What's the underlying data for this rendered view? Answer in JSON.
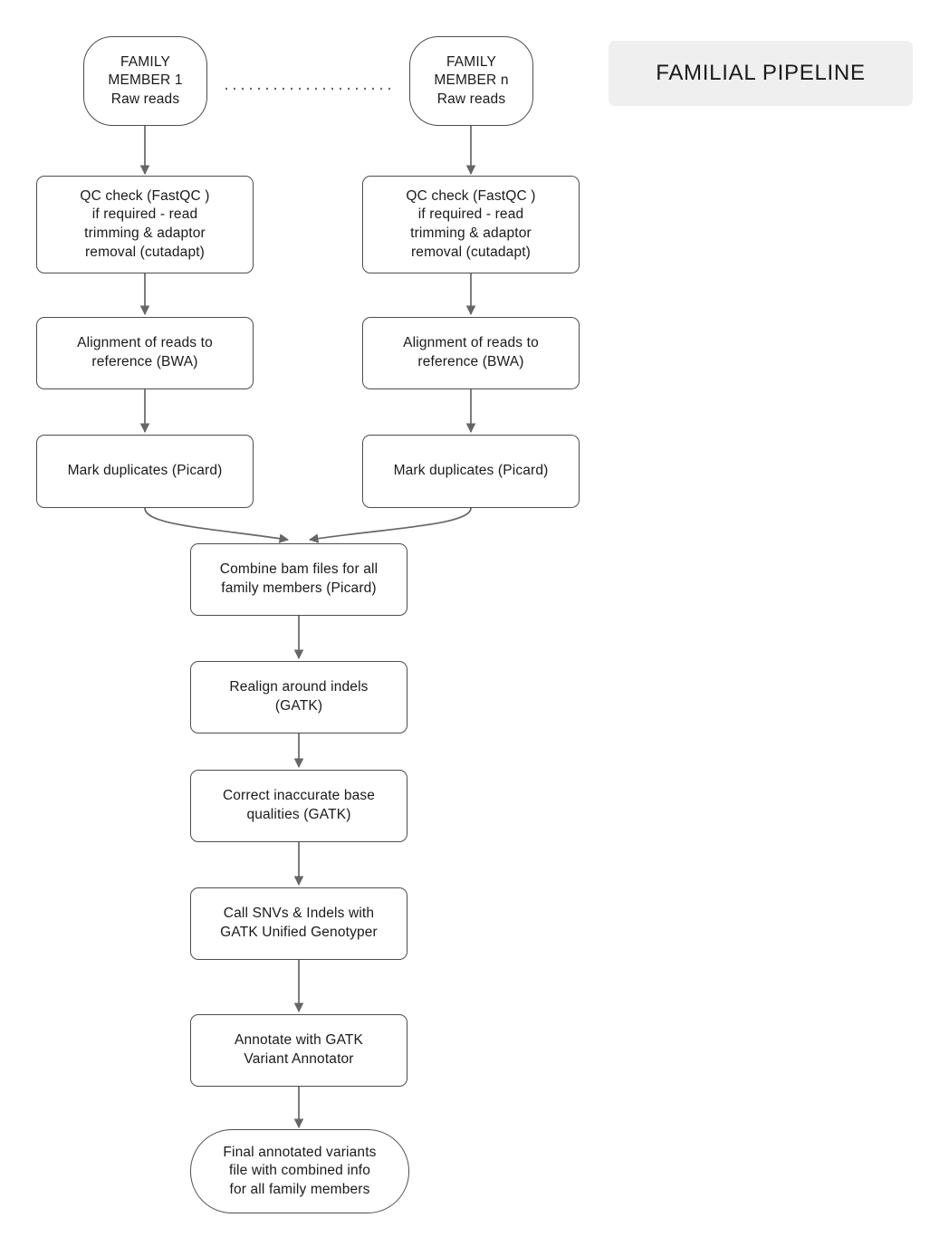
{
  "diagram": {
    "title": "FAMILIAL PIPELINE",
    "background_color": "#ffffff",
    "node_border_color": "#4d4d4d",
    "node_fill_color": "#ffffff",
    "edge_color": "#666666",
    "title_fill_color": "#efefef",
    "text_color": "#1a1a1a"
  },
  "nodes": {
    "family_member_1": "FAMILY\nMEMBER 1\nRaw reads",
    "family_member_n": "FAMILY\nMEMBER n\nRaw reads",
    "qc_left": "QC check (FastQC )\nif required - read\ntrimming & adaptor\nremoval (cutadapt)",
    "qc_right": "QC check (FastQC )\nif required - read\ntrimming & adaptor\nremoval (cutadapt)",
    "align_left": "Alignment of reads to\nreference (BWA)",
    "align_right": "Alignment of reads to\nreference (BWA)",
    "markdup_left": "Mark duplicates (Picard)",
    "markdup_right": "Mark duplicates (Picard)",
    "combine": "Combine bam files for all\nfamily members (Picard)",
    "realign": "Realign around indels\n(GATK)",
    "recalibrate": "Correct inaccurate base\nqualities (GATK)",
    "call_variants": "Call SNVs & Indels with\nGATK Unified Genotyper",
    "annotate": "Annotate with GATK\nVariant Annotator",
    "final_output": "Final annotated variants\nfile with combined info\nfor all family members"
  },
  "edges": [
    {
      "from": "family_member_1",
      "to": "qc_left",
      "style": "solid-arrow"
    },
    {
      "from": "family_member_n",
      "to": "qc_right",
      "style": "solid-arrow"
    },
    {
      "from": "family_member_1",
      "to": "family_member_n",
      "style": "dotted-link"
    },
    {
      "from": "qc_left",
      "to": "align_left",
      "style": "solid-arrow"
    },
    {
      "from": "qc_right",
      "to": "align_right",
      "style": "solid-arrow"
    },
    {
      "from": "align_left",
      "to": "markdup_left",
      "style": "solid-arrow"
    },
    {
      "from": "align_right",
      "to": "markdup_right",
      "style": "solid-arrow"
    },
    {
      "from": "markdup_left",
      "to": "combine",
      "style": "curved-arrow"
    },
    {
      "from": "markdup_right",
      "to": "combine",
      "style": "curved-arrow"
    },
    {
      "from": "combine",
      "to": "realign",
      "style": "solid-arrow"
    },
    {
      "from": "realign",
      "to": "recalibrate",
      "style": "solid-arrow"
    },
    {
      "from": "recalibrate",
      "to": "call_variants",
      "style": "solid-arrow"
    },
    {
      "from": "call_variants",
      "to": "annotate",
      "style": "solid-arrow"
    },
    {
      "from": "annotate",
      "to": "final_output",
      "style": "solid-arrow"
    }
  ]
}
